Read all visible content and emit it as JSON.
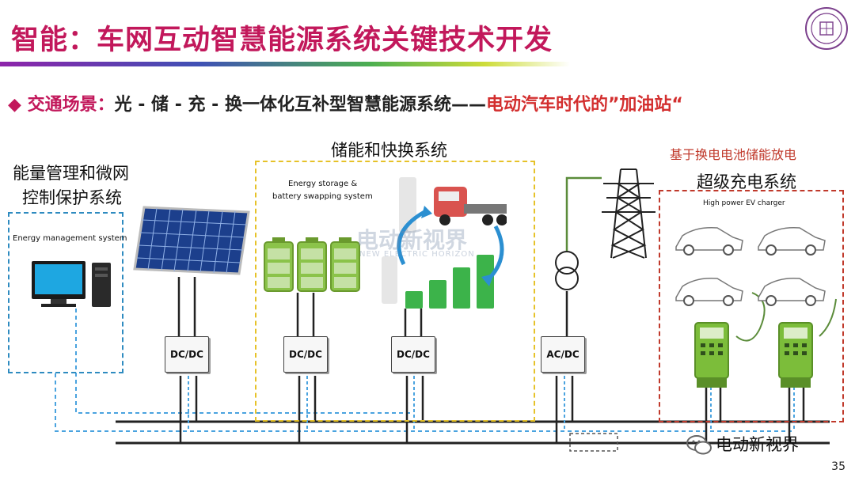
{
  "title": "智能：车网互动智慧能源系统关键技术开发",
  "subtitle": {
    "bullet": "◆",
    "prefix": "交通场景：",
    "main": "光 - 储 - 充 - 换一体化互补型智慧能源系统——",
    "highlight": "电动汽车时代的”加油站“"
  },
  "ems": {
    "label_cn_line1": "能量管理和微网",
    "label_cn_line2": "控制保护系统",
    "label_en": "Energy management system"
  },
  "storage": {
    "label_cn": "储能和快换系统",
    "label_en_line1": "Energy storage &",
    "label_en_line2": "battery swapping  system"
  },
  "charger": {
    "note_cn": "基于换电电池储能放电",
    "label_cn": "超级充电系统",
    "label_en": "High power EV charger"
  },
  "converters": [
    "DC/DC",
    "DC/DC",
    "DC/DC",
    "AC/DC"
  ],
  "watermark": {
    "text": "电动新视界",
    "sub": "NEW ELECTRIC HORIZON"
  },
  "logo_text": "电动新视界",
  "page_number": "35",
  "colors": {
    "title": "#c2185b",
    "highlight": "#d32f2f",
    "ems_box": "#2e8bc0",
    "storage_box": "#e6c229",
    "charger_box": "#c0392b",
    "signal": "#4aa3df"
  }
}
